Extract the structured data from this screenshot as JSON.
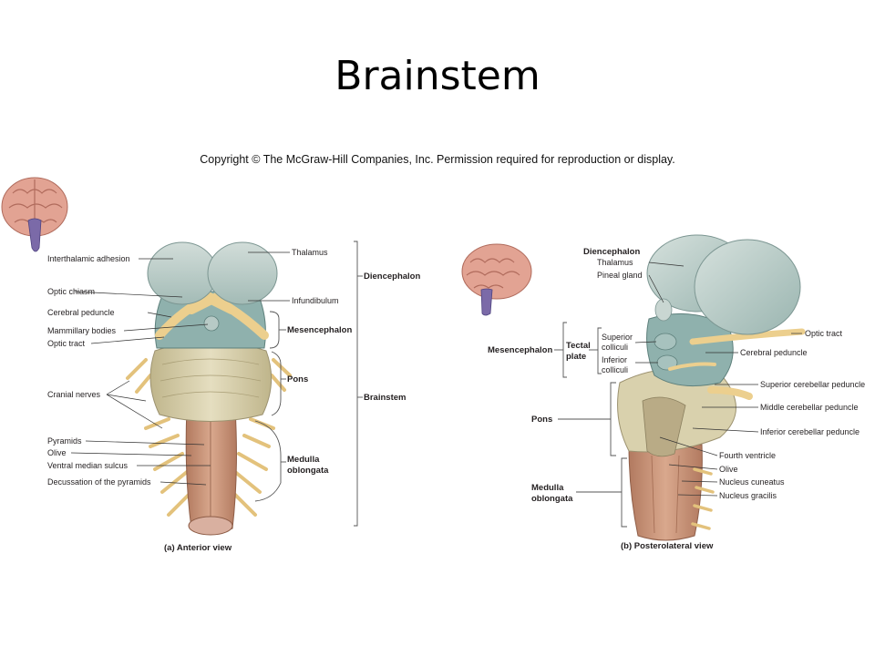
{
  "slide": {
    "title": "Brainstem",
    "copyright": "Copyright © The McGraw-Hill Companies, Inc. Permission required for reproduction or display."
  },
  "anterior": {
    "caption": "(a) Anterior view",
    "labels": {
      "interthalamic_adhesion": "Interthalamic adhesion",
      "optic_chiasm": "Optic chiasm",
      "cerebral_peduncle": "Cerebral peduncle",
      "mammillary_bodies": "Mammillary bodies",
      "optic_tract": "Optic tract",
      "cranial_nerves": "Cranial nerves",
      "pyramids": "Pyramids",
      "olive": "Olive",
      "ventral_median_sulcus": "Ventral median sulcus",
      "decussation": "Decussation of the pyramids",
      "thalamus": "Thalamus",
      "infundibulum": "Infundibulum"
    },
    "regions": {
      "mesencephalon": "Mesencephalon",
      "pons": "Pons",
      "medulla_line1": "Medulla",
      "medulla_line2": "oblongata",
      "diencephalon": "Diencephalon",
      "brainstem": "Brainstem"
    }
  },
  "posterior": {
    "caption": "(b) Posterolateral view",
    "labels": {
      "diencephalon": "Diencephalon",
      "thalamus": "Thalamus",
      "pineal_gland": "Pineal gland",
      "superior_colliculi_1": "Superior",
      "superior_colliculi_2": "colliculi",
      "inferior_colliculi_1": "Inferior",
      "inferior_colliculi_2": "colliculi",
      "optic_tract": "Optic tract",
      "cerebral_peduncle": "Cerebral peduncle",
      "superior_cerebellar_peduncle": "Superior cerebellar peduncle",
      "middle_cerebellar_peduncle": "Middle cerebellar peduncle",
      "inferior_cerebellar_peduncle": "Inferior cerebellar peduncle",
      "fourth_ventricle": "Fourth ventricle",
      "olive": "Olive",
      "nucleus_cuneatus": "Nucleus cuneatus",
      "nucleus_gracilis": "Nucleus gracilis"
    },
    "regions": {
      "mesencephalon": "Mesencephalon",
      "tectal_plate_1": "Tectal",
      "tectal_plate_2": "plate",
      "pons": "Pons",
      "medulla_line1": "Medulla",
      "medulla_line2": "oblongata"
    }
  },
  "colors": {
    "diencephalon": "#b8cbc6",
    "midbrain": "#8fb1ad",
    "pons": "#d9d1ad",
    "medulla": "#c9977d",
    "nerve": "#eccf8e",
    "cerebrum": "#e2a393",
    "brainstem_inset": "#7b6aa8"
  }
}
